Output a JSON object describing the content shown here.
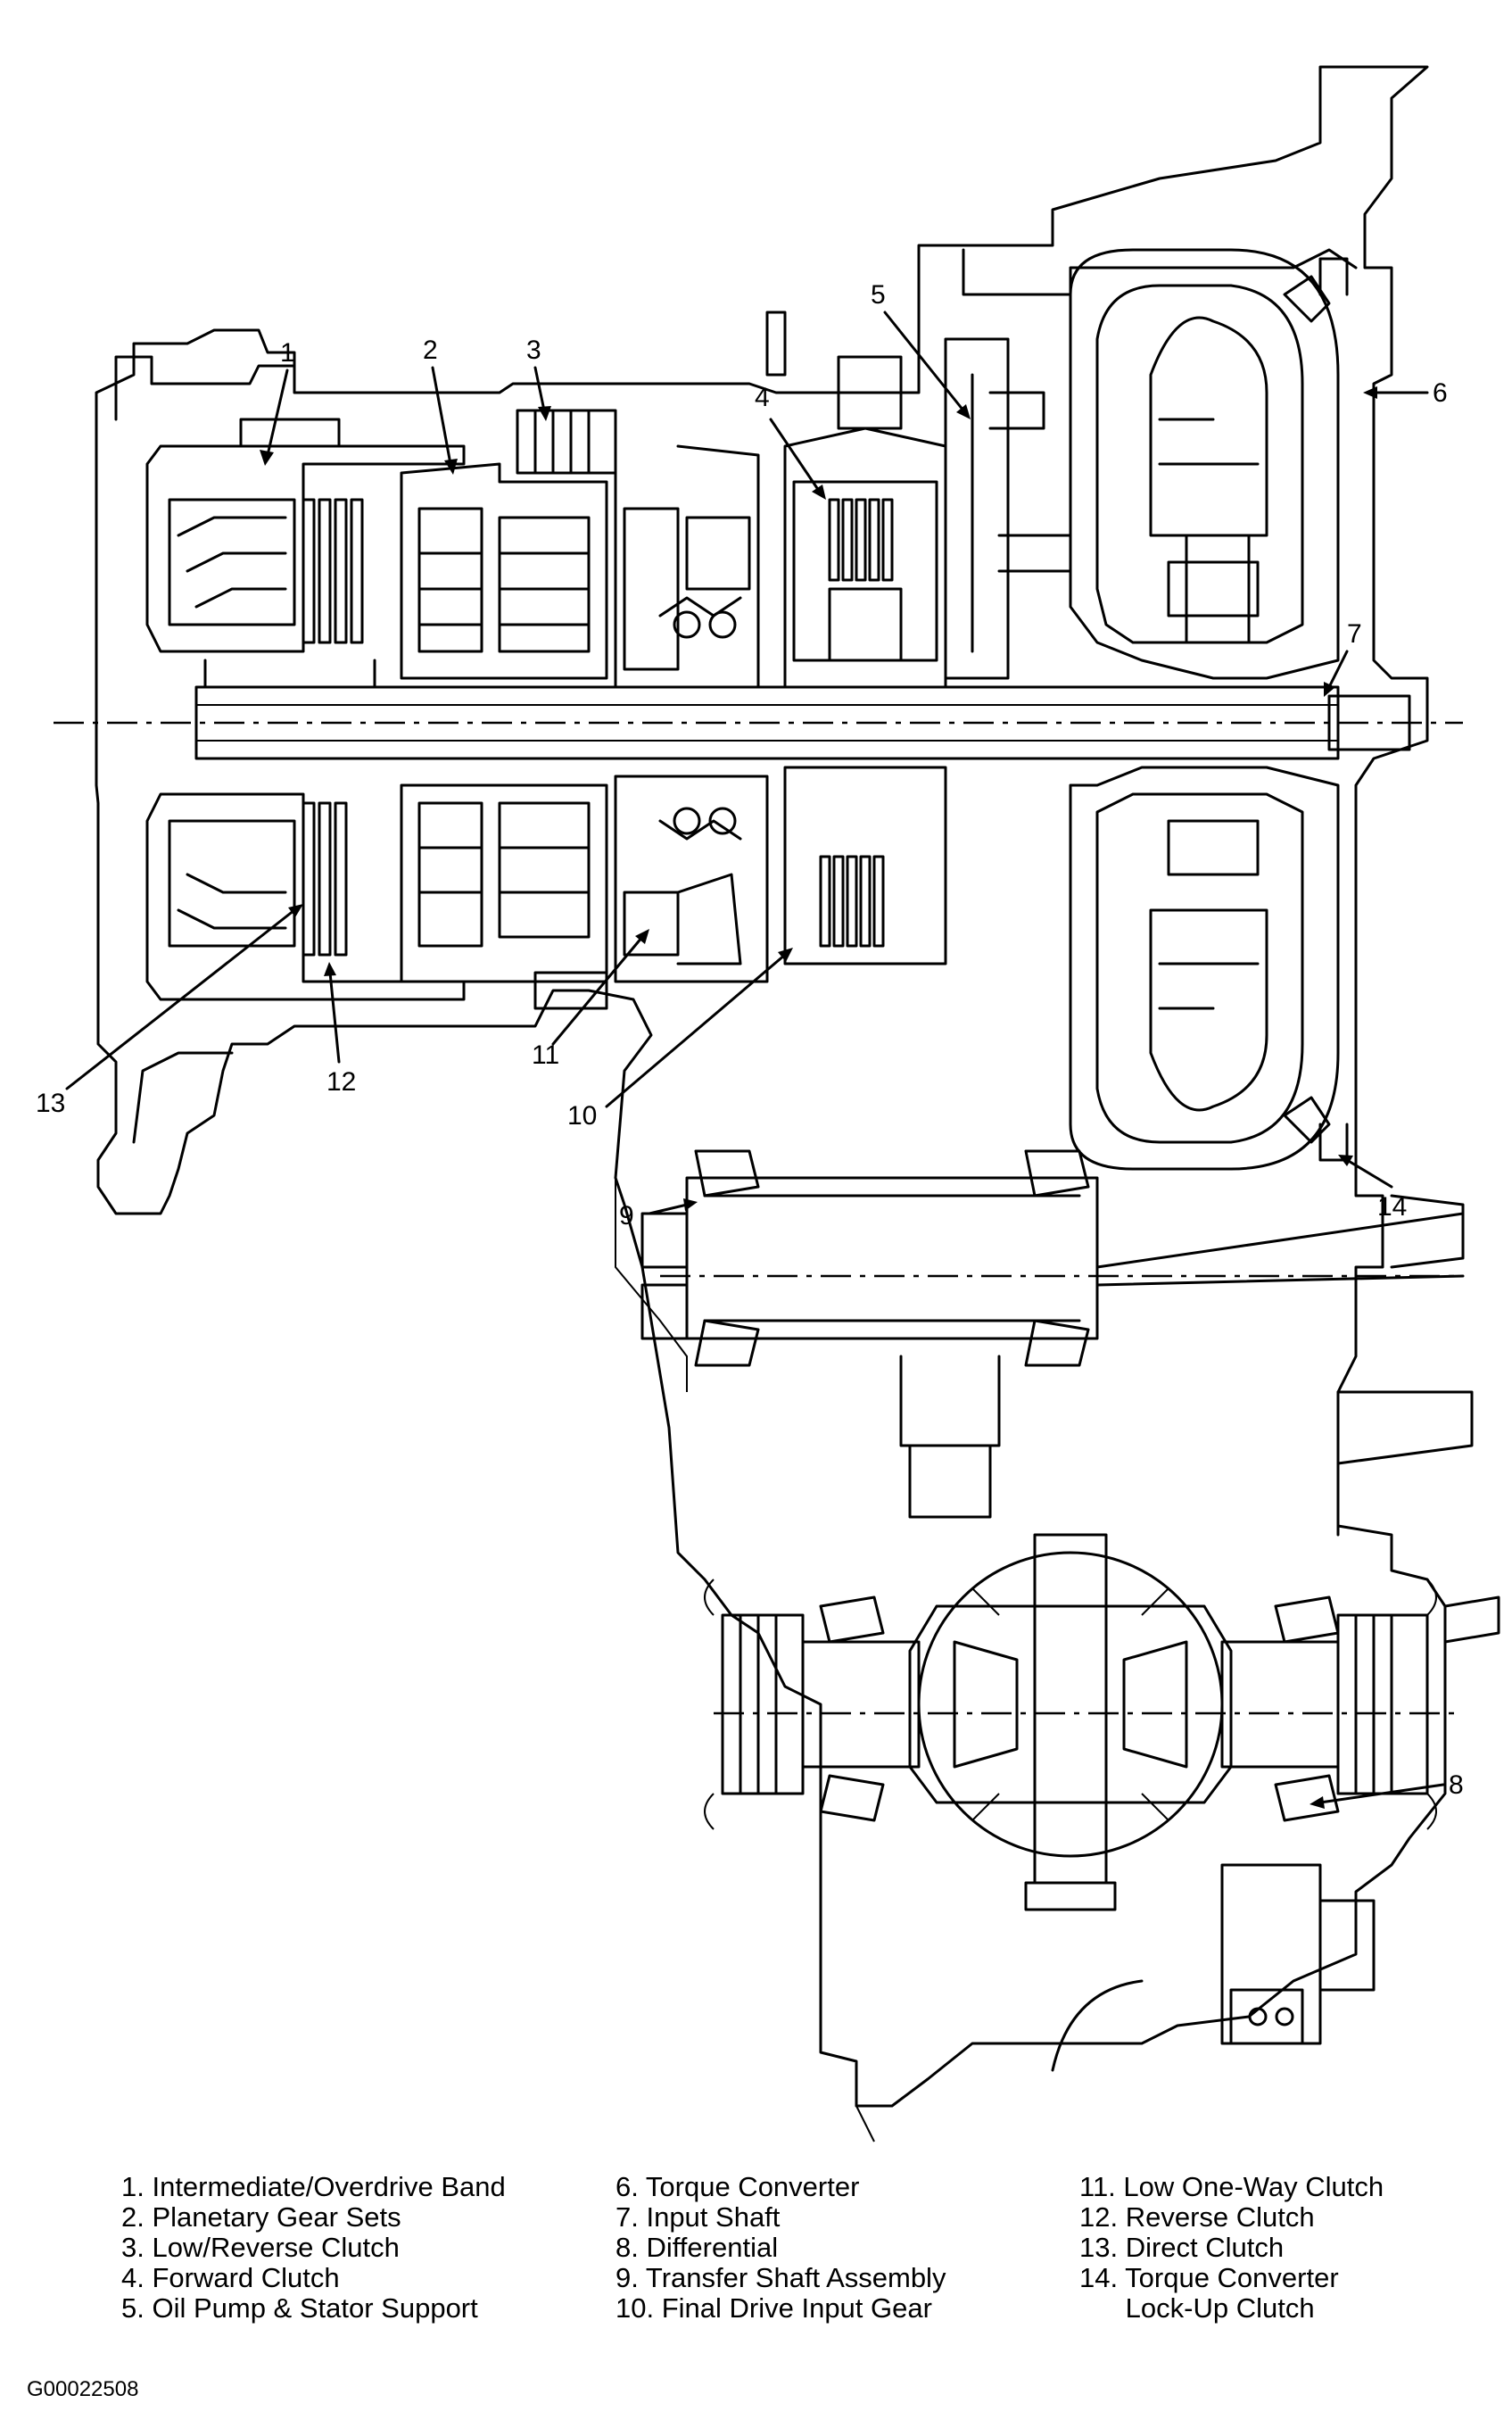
{
  "figure_id": "G00022508",
  "callouts": [
    "1",
    "2",
    "3",
    "4",
    "5",
    "6",
    "7",
    "8",
    "9",
    "10",
    "11",
    "12",
    "13",
    "14"
  ],
  "legend": {
    "col1": [
      "1. Intermediate/Overdrive Band",
      "2. Planetary Gear Sets",
      "3. Low/Reverse Clutch",
      "4. Forward Clutch",
      "5. Oil Pump & Stator Support"
    ],
    "col2": [
      "6. Torque Converter",
      "7. Input Shaft",
      "8. Differential",
      "9. Transfer Shaft Assembly",
      "10. Final Drive Input Gear"
    ],
    "col3": [
      "11. Low One-Way Clutch",
      "12. Reverse Clutch",
      "13. Direct Clutch",
      "14. Torque Converter",
      "      Lock-Up Clutch"
    ]
  }
}
